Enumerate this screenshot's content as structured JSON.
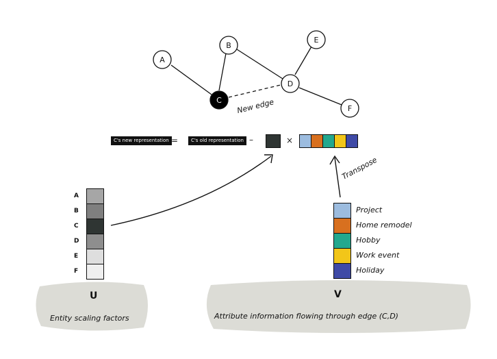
{
  "graph": {
    "nodes": [
      "A",
      "B",
      "C",
      "D",
      "E",
      "F"
    ],
    "highlighted_node": "C",
    "new_edge_label": "New edge"
  },
  "equation": {
    "new_repr": "C's new representation",
    "old_repr": "C's old representation",
    "equals": "=",
    "minus": "–",
    "times": "×",
    "scalar_color": "#2f3533",
    "vector_colors": [
      "#9cbcdf",
      "#d8701f",
      "#23a88e",
      "#f2c619",
      "#3f4aa6"
    ]
  },
  "transpose_label": "Transpose",
  "u_panel": {
    "title": "U",
    "caption": "Entity scaling factors",
    "rows": [
      "A",
      "B",
      "C",
      "D",
      "E",
      "F"
    ],
    "colors": [
      "#a6a6a6",
      "#7f7f7f",
      "#2f3533",
      "#8e8e8e",
      "#dedede",
      "#efefef"
    ]
  },
  "v_panel": {
    "title": "V",
    "caption": "Attribute    information    flowing    through edge   (C,D)",
    "items": [
      "Project",
      "Home   remodel",
      "Hobby",
      "Work   event",
      "Holiday"
    ],
    "colors": [
      "#9cbcdf",
      "#d8701f",
      "#23a88e",
      "#f2c619",
      "#3f4aa6"
    ]
  }
}
